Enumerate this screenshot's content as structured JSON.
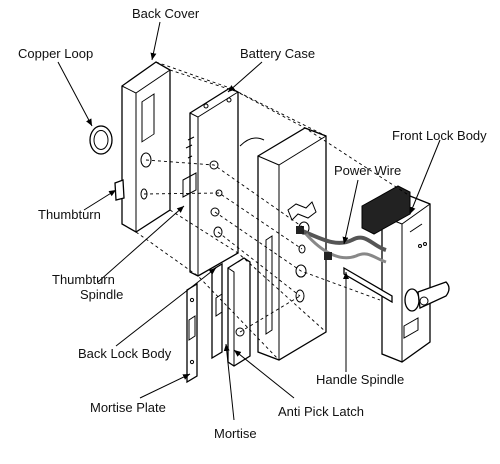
{
  "labels": {
    "back_cover": "Back Cover",
    "copper_loop": "Copper Loop",
    "battery_case": "Battery Case",
    "front_lock_body": "Front Lock Body",
    "power_wire": "Power Wire",
    "thumbturn": "Thumbturn",
    "thumbturn_spindle_1": "Thumbturn",
    "thumbturn_spindle_2": "Spindle",
    "back_lock_body": "Back Lock Body",
    "handle_spindle": "Handle Spindle",
    "mortise_plate": "Mortise Plate",
    "anti_pick_latch": "Anti Pick Latch",
    "mortise": "Mortise"
  }
}
